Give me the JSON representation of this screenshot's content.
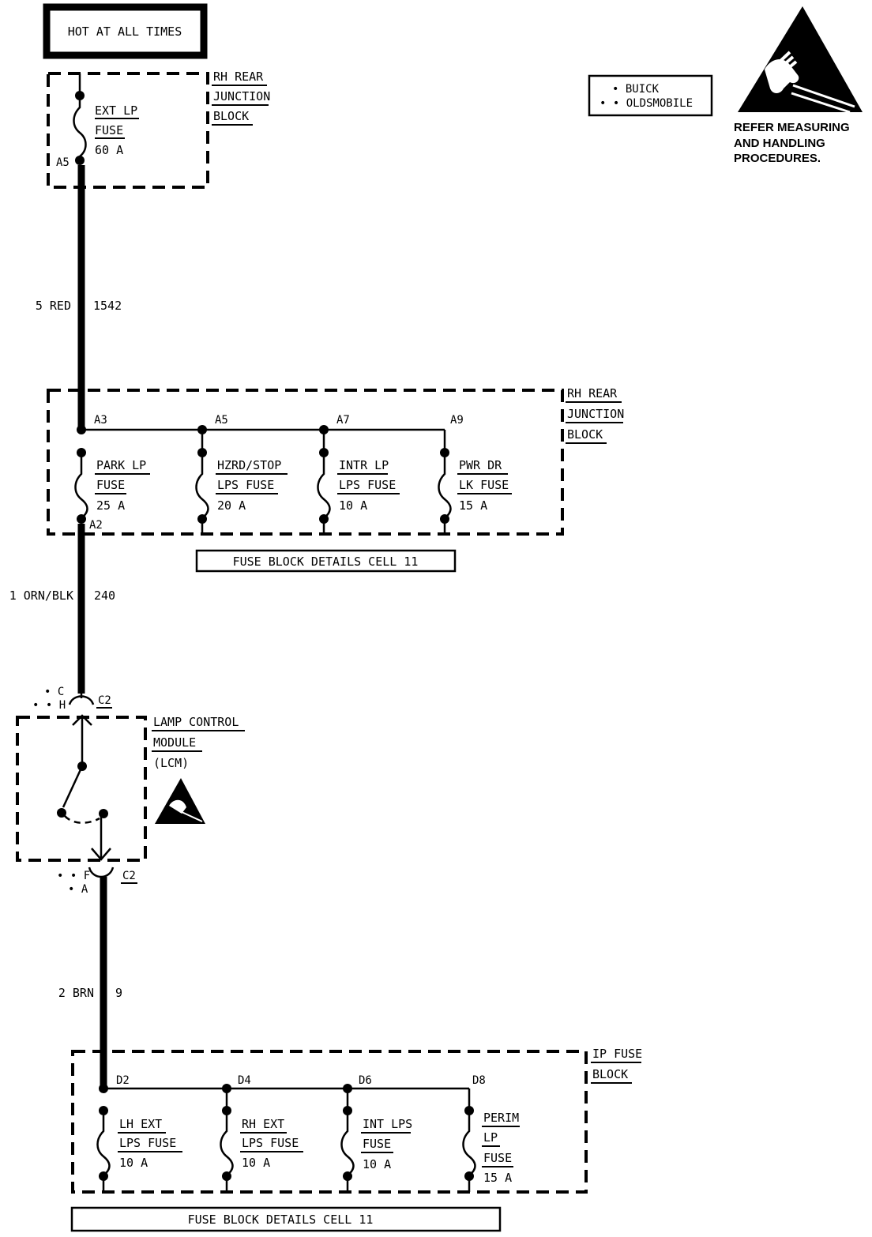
{
  "hot_box": {
    "label": "HOT AT ALL TIMES"
  },
  "legend": {
    "buick": "• BUICK",
    "oldsmobile": "• • OLDSMOBILE"
  },
  "esd_note": {
    "line1": "REFER MEASURING",
    "line2": "AND HANDLING",
    "line3": "PROCEDURES."
  },
  "junction_top": {
    "name_lines": [
      "RH REAR",
      "JUNCTION",
      "BLOCK"
    ],
    "fuse_lines": [
      "EXT LP",
      "FUSE",
      "60 A"
    ],
    "pin": "A5"
  },
  "wire1": {
    "gauge": "5 RED",
    "circuit": "1542"
  },
  "junction_mid": {
    "name_lines": [
      "RH REAR",
      "JUNCTION",
      "BLOCK"
    ],
    "pins": [
      "A3",
      "A5",
      "A7",
      "A9"
    ],
    "fuses": [
      {
        "lines": [
          "PARK LP",
          "FUSE",
          "25 A"
        ]
      },
      {
        "lines": [
          "HZRD/STOP",
          "LPS FUSE",
          "20 A"
        ]
      },
      {
        "lines": [
          "INTR LP",
          "LPS FUSE",
          "10 A"
        ]
      },
      {
        "lines": [
          "PWR DR",
          "LK FUSE",
          "15 A"
        ]
      }
    ],
    "out_pin": "A2",
    "details": "FUSE BLOCK DETAILS CELL 11"
  },
  "wire2": {
    "gauge": "1 ORN/BLK",
    "circuit": "240"
  },
  "lcm": {
    "connector_top": "C2",
    "pin_top_buick": "• C",
    "pin_top_olds": "• • H",
    "name_lines": [
      "LAMP CONTROL",
      "MODULE",
      "(LCM)"
    ],
    "connector_bottom": "C2",
    "pin_bottom_olds": "• • F",
    "pin_bottom_buick": "• A"
  },
  "wire3": {
    "gauge": "2 BRN",
    "circuit": "9"
  },
  "ip_block": {
    "name_lines": [
      "IP FUSE",
      "BLOCK"
    ],
    "pins": [
      "D2",
      "D4",
      "D6",
      "D8"
    ],
    "fuses": [
      {
        "lines": [
          "LH EXT",
          "LPS FUSE",
          "10 A"
        ]
      },
      {
        "lines": [
          "RH EXT",
          "LPS FUSE",
          "10 A"
        ]
      },
      {
        "lines": [
          "INT LPS",
          "FUSE",
          "10 A"
        ]
      },
      {
        "lines": [
          "PERIM",
          "LP",
          "FUSE",
          "15 A"
        ]
      }
    ],
    "details": "FUSE BLOCK DETAILS CELL 11"
  }
}
